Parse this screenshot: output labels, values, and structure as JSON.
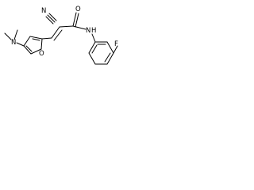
{
  "molecule": {
    "atom_labels": {
      "nitrile_n": "N",
      "carbonyl_o": "O",
      "amide_n": "N",
      "amide_h": "H",
      "fluorine": "F",
      "dimethylamino_n": "N",
      "furan_o": "O"
    }
  }
}
